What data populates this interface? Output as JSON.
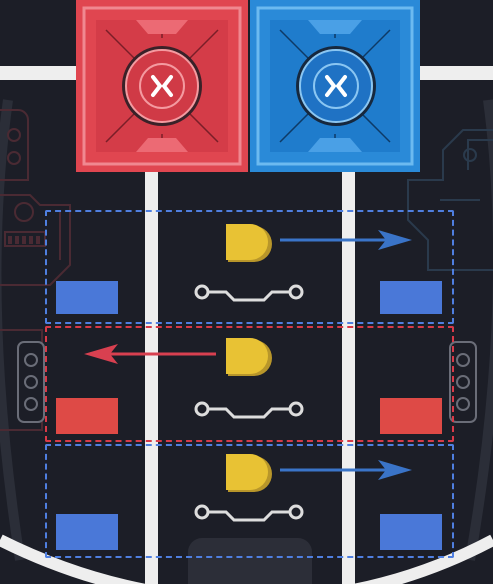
{
  "colors": {
    "background": "#1c1e27",
    "track": "#eeeeee",
    "red_team": "#e04650",
    "red_team_dark": "#b8323d",
    "blue_team": "#2a8ad8",
    "blue_team_dark": "#1f68b0",
    "blue_lane_border": "#4f7fe0",
    "red_lane_border": "#d83a48",
    "gate": "#e8c234",
    "gate_shadow": "#b8962a",
    "blue_pad": "#4a78d8",
    "red_pad": "#de4a46",
    "blue_arrow": "#3a74c8",
    "red_arrow": "#d84050",
    "circuit_red": "#4a2a33",
    "circuit_blue": "#2a3a4c"
  },
  "bases": [
    {
      "team": "red",
      "emblem_icon": "crossed-swords-icon"
    },
    {
      "team": "blue",
      "emblem_icon": "crossed-swords-icon"
    }
  ],
  "lanes": [
    {
      "team": "blue",
      "direction": "right",
      "gate_icon": "gate-d-icon",
      "connector_icon": "circuit-connector-icon"
    },
    {
      "team": "red",
      "direction": "left",
      "gate_icon": "gate-d-icon",
      "connector_icon": "circuit-connector-icon"
    },
    {
      "team": "blue",
      "direction": "right",
      "gate_icon": "gate-d-icon",
      "connector_icon": "circuit-connector-icon"
    }
  ]
}
